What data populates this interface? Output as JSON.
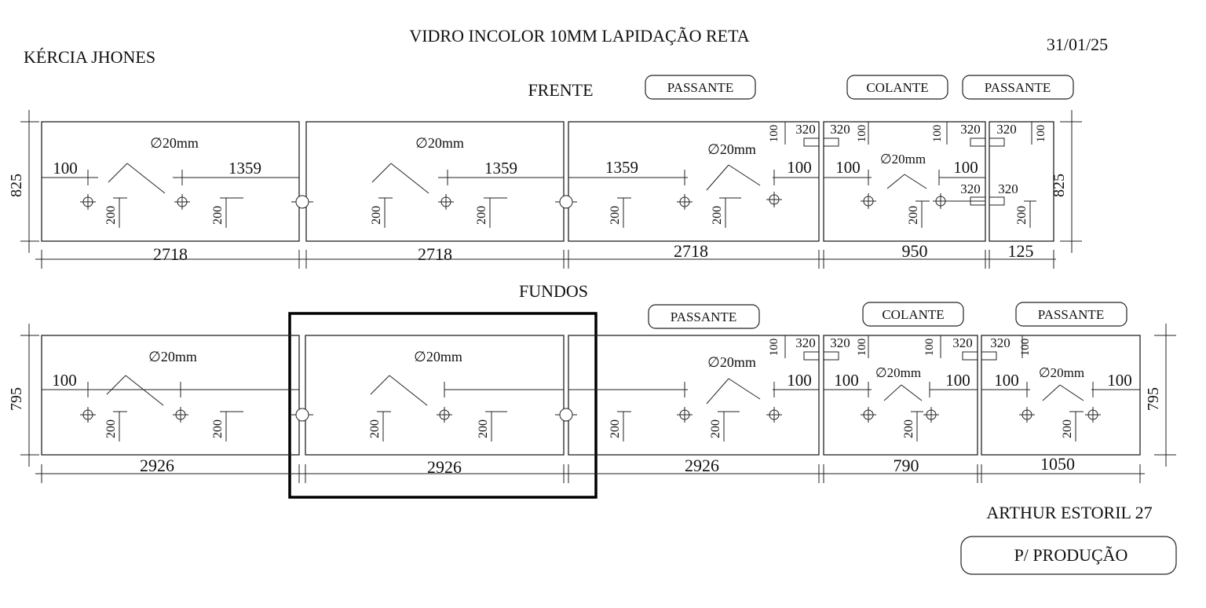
{
  "header": {
    "client": "KÉRCIA JHONES",
    "title": "VIDRO INCOLOR 10MM LAPIDAÇÃO RETA",
    "date": "31/01/25"
  },
  "frente": {
    "label": "FRENTE",
    "height": "825",
    "tags": [
      "PASSANTE",
      "COLANTE",
      "PASSANTE"
    ],
    "widths": [
      "2718",
      "2718",
      "2718",
      "950",
      "125"
    ],
    "hole": "∅20mm",
    "offset_100": "100",
    "offset_1359": "1359",
    "offset_200": "200",
    "offset_320": "320"
  },
  "fundos": {
    "label": "FUNDOS",
    "height": "795",
    "tags": [
      "PASSANTE",
      "COLANTE",
      "PASSANTE"
    ],
    "widths": [
      "2926",
      "2926",
      "2926",
      "790",
      "1050"
    ],
    "hole": "∅20mm",
    "offset_100": "100",
    "offset_200": "200",
    "offset_320": "320"
  },
  "footer": {
    "address": "ARTHUR ESTORIL 27",
    "status": "P/ PRODUÇÃO"
  },
  "colors": {
    "line": "#222222",
    "text": "#111111",
    "background": "#ffffff"
  }
}
